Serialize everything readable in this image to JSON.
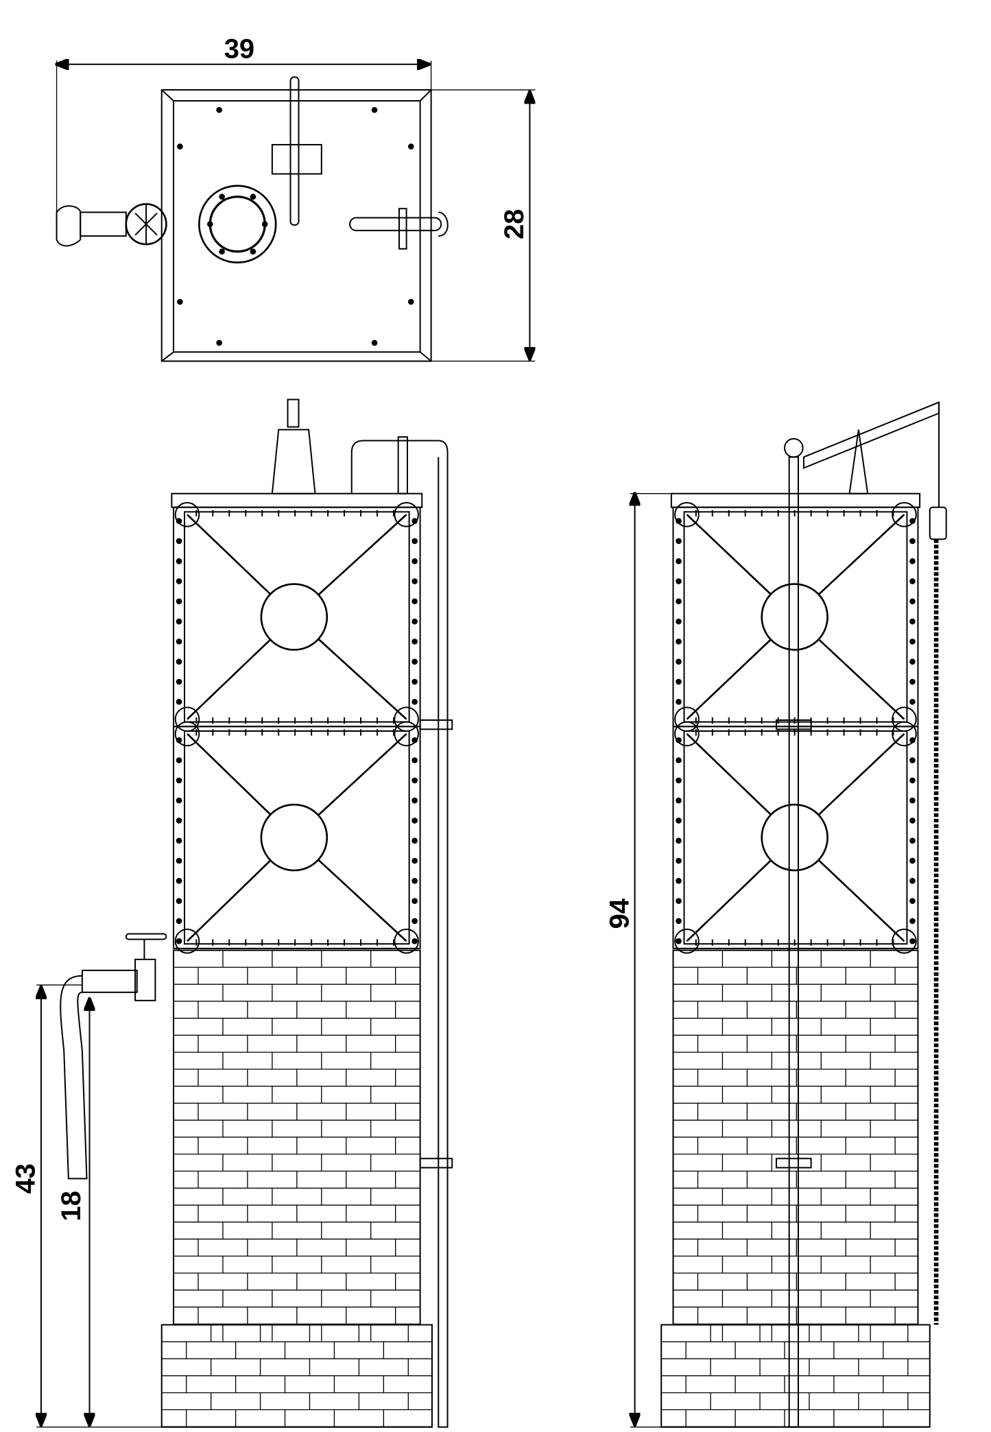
{
  "dimensions": {
    "top_width": "39",
    "top_depth": "28",
    "outlet_height": "43",
    "hose_end_height": "18",
    "total_height": "94"
  },
  "colors": {
    "line": "#000000",
    "background": "#ffffff"
  }
}
